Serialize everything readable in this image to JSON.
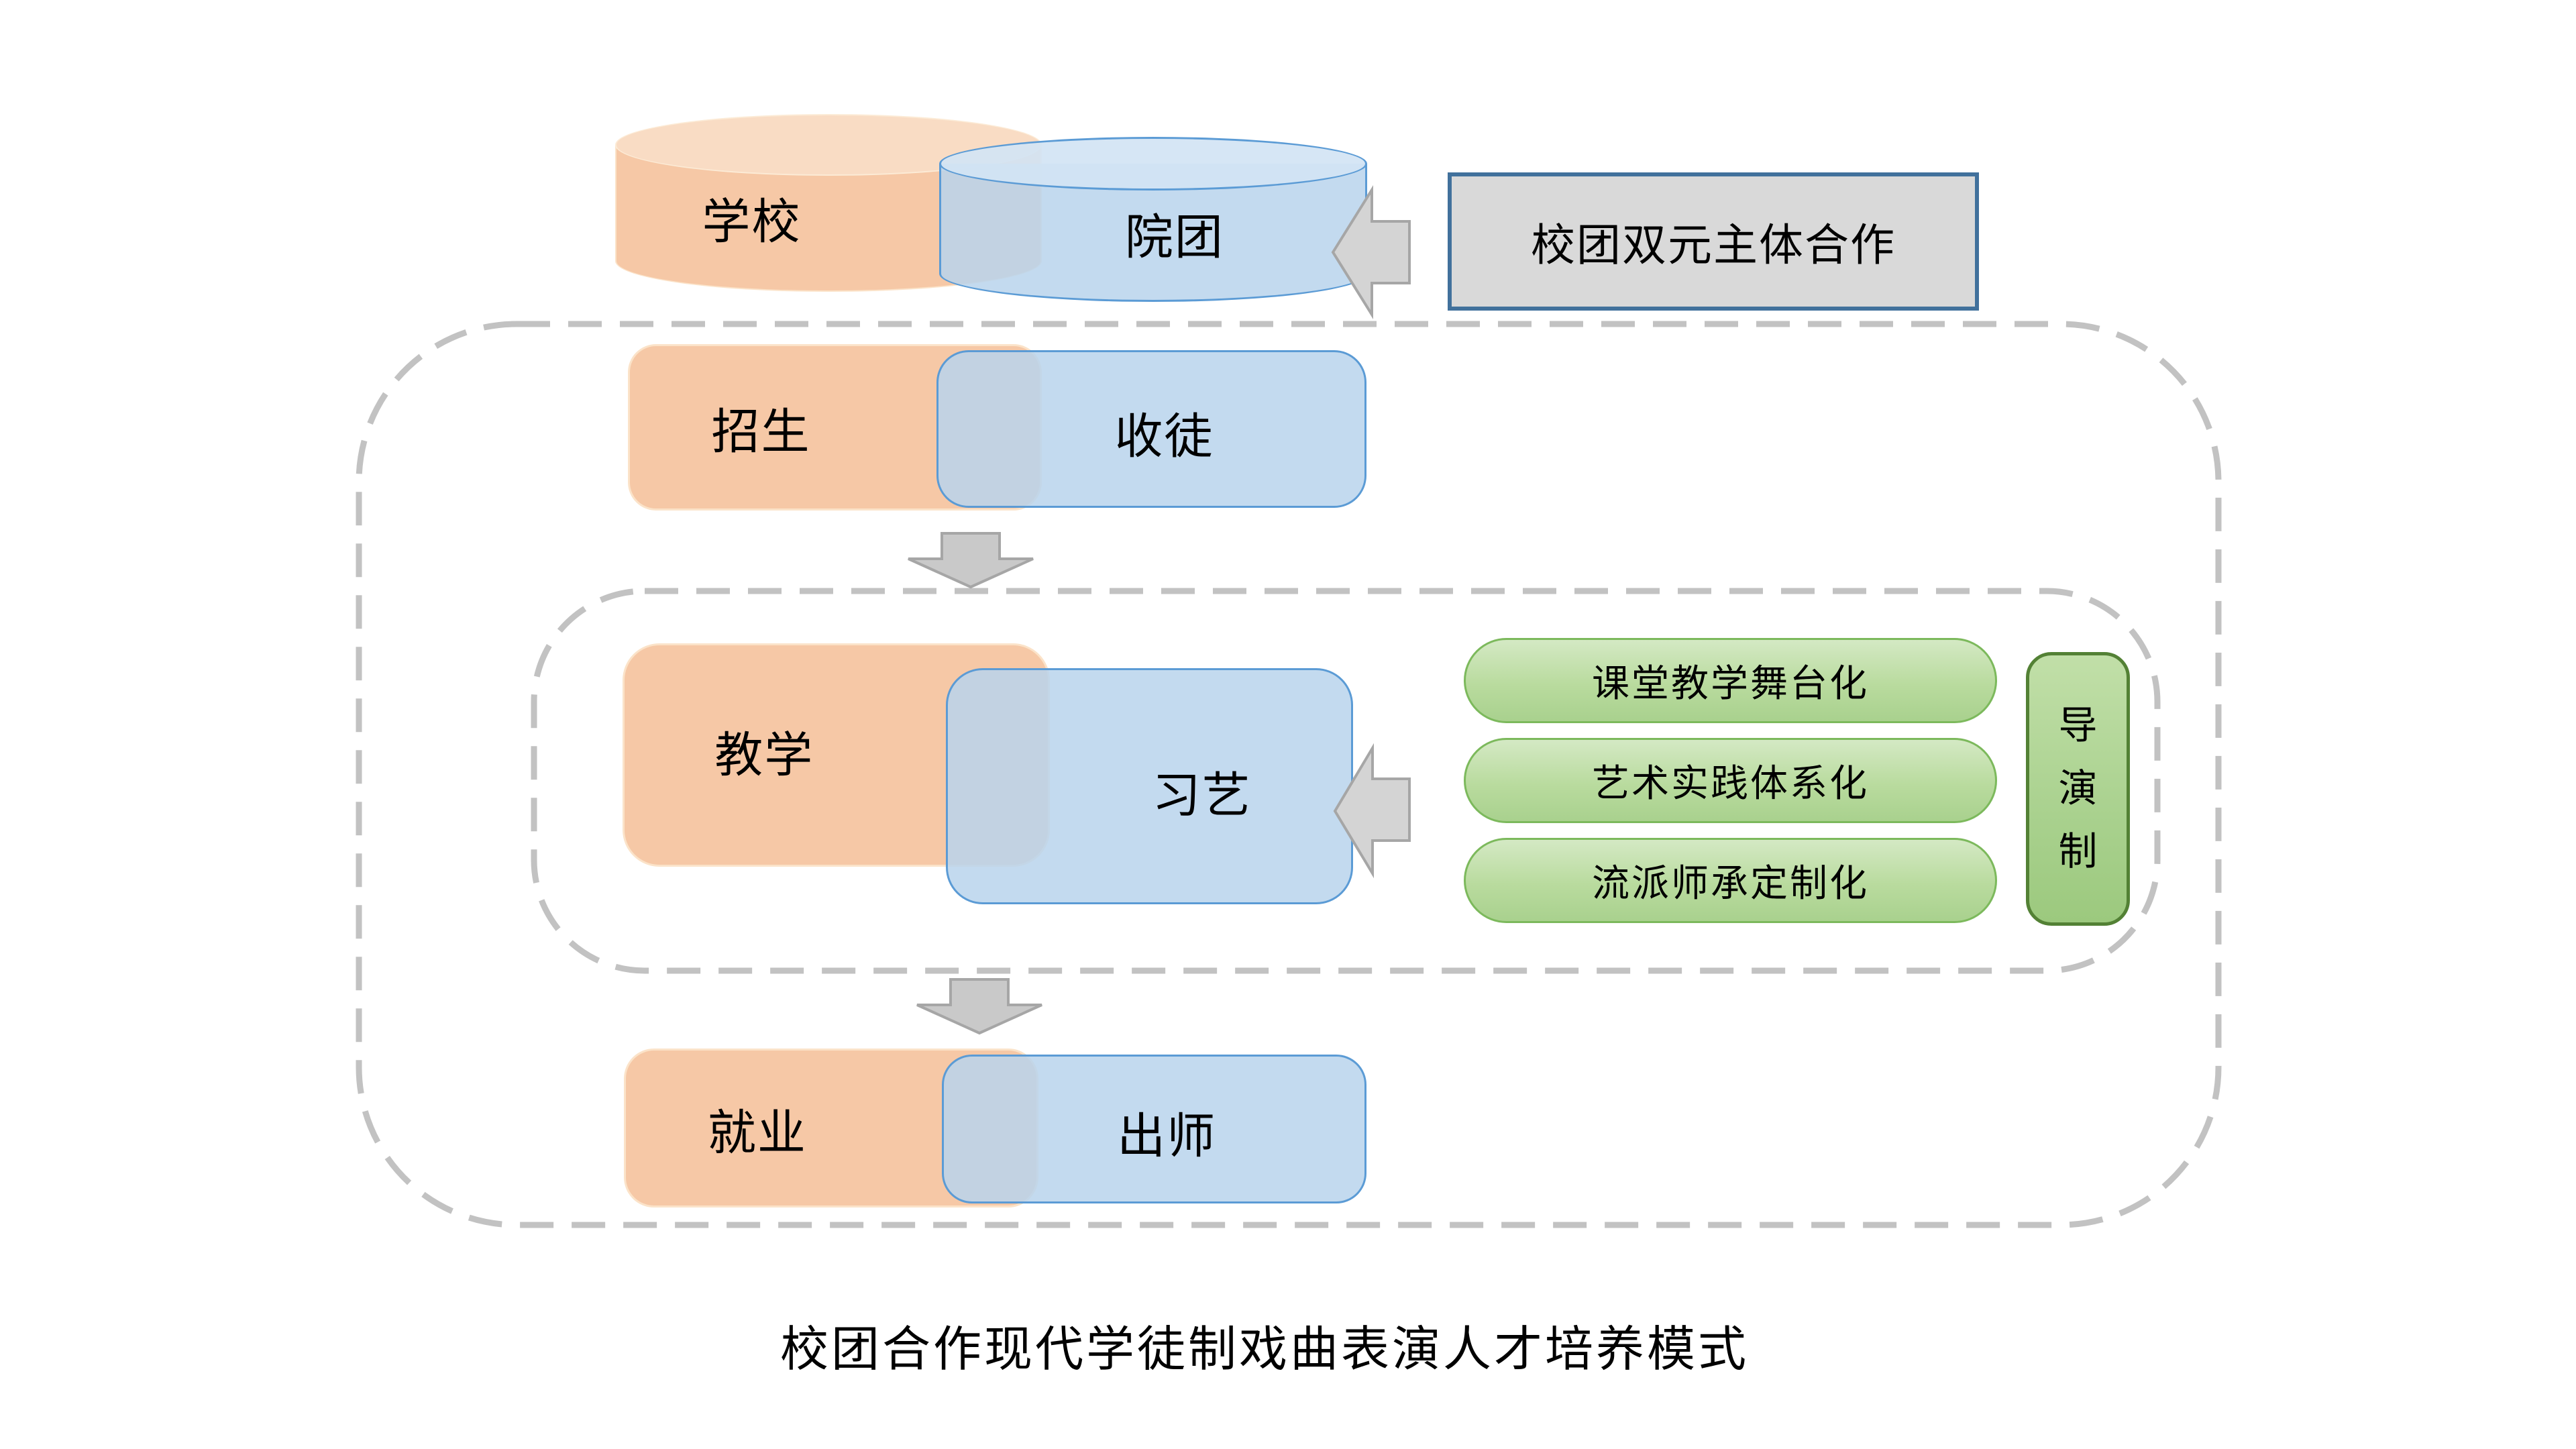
{
  "diagram_title": "校团合作现代学徒制戏曲表演人才培养模式",
  "top": {
    "school_cylinder": "学校",
    "troupe_cylinder": "院团",
    "cooperation_box": "校团双元主体合作"
  },
  "stages": {
    "enroll": {
      "school": "招生",
      "troupe": "收徒"
    },
    "teach": {
      "school": "教学",
      "troupe": "习艺"
    },
    "employ": {
      "school": "就业",
      "troupe": "出师"
    }
  },
  "teaching_features": [
    "课堂教学舞台化",
    "艺术实践体系化",
    "流派师承定制化"
  ],
  "director_system": {
    "label": "导演制",
    "chars": [
      "导",
      "演",
      "制"
    ]
  },
  "icons": {
    "cooperation_arrow": "left-block-arrow",
    "training_arrow": "left-block-arrow",
    "flow_arrow_1": "down-block-arrow",
    "flow_arrow_2": "down-block-arrow"
  },
  "colors": {
    "school_fill": "#F6C8A6",
    "troupe_fill": "#BDD7EE",
    "troupe_border": "#5B9BD5",
    "cooperation_fill": "#D9D9D9",
    "cooperation_border": "#41719C",
    "feature_fill": "#B9DB9E",
    "feature_border": "#7CB95C",
    "director_fill": "#A9D18E",
    "director_border": "#538135",
    "arrow_fill": "#D2D2D2",
    "dashed_border": "#C2C2C2",
    "text": "#000000"
  }
}
